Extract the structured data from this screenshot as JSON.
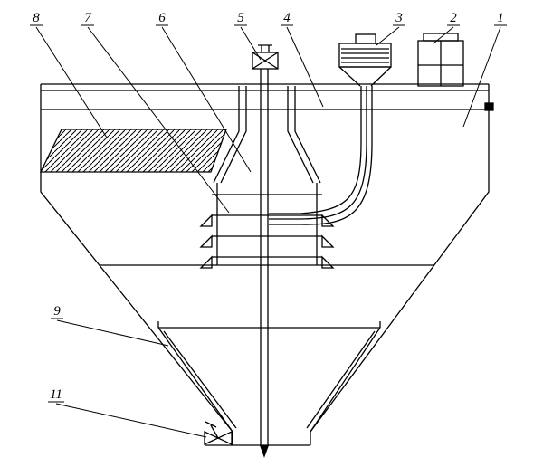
{
  "figure": {
    "type": "technical-drawing",
    "colors": {
      "line": "#000000",
      "background": "#ffffff"
    },
    "callouts": [
      {
        "label": "8"
      },
      {
        "label": "7"
      },
      {
        "label": "6"
      },
      {
        "label": "5"
      },
      {
        "label": "4"
      },
      {
        "label": "3"
      },
      {
        "label": "2"
      },
      {
        "label": "1"
      },
      {
        "label": "9"
      },
      {
        "label": "11"
      }
    ]
  }
}
